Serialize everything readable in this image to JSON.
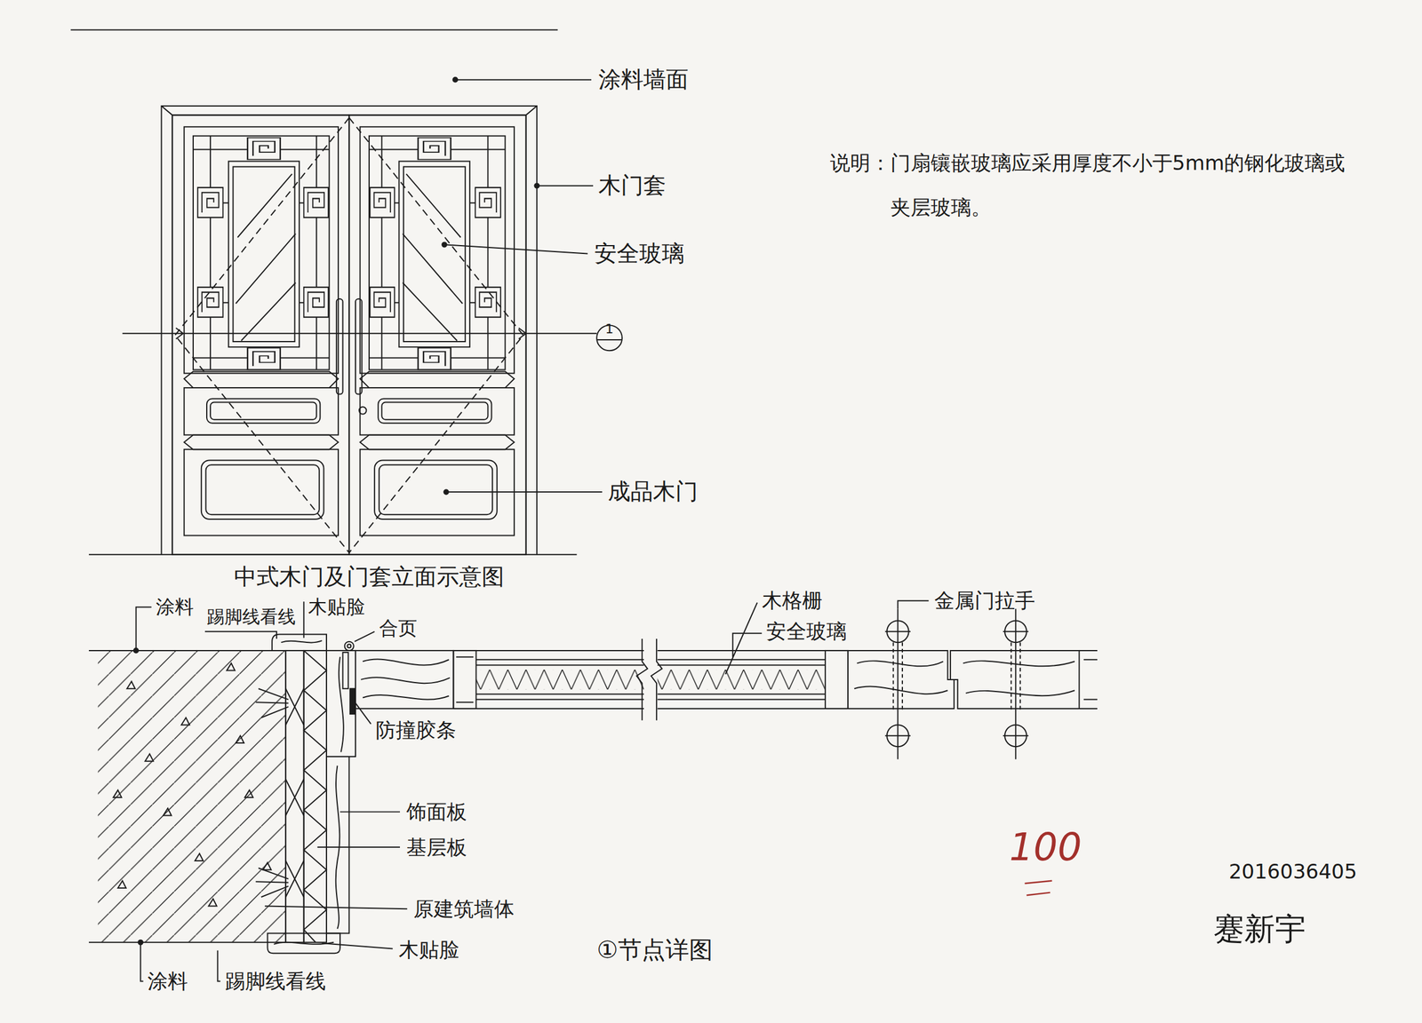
{
  "diagram": {
    "title": "中式木门及门套立面示意图",
    "labels": [
      "涂料墙面",
      "木门套",
      "安全玻璃",
      "成品木门",
      "说明：门扇镶嵌玻璃应采用厚度不小于5mm的钢化玻璃或夹层玻璃。",
      "1",
      "涂料",
      "踢脚线看线",
      "木贴脸",
      "合页",
      "防撞胶条",
      "饰面板",
      "基层板",
      "原建筑墙体",
      "木贴脸",
      "涂料",
      "踢脚线看线",
      "木格栅",
      "安全玻璃",
      "金属门拉手",
      "①节点详图",
      "100",
      "2016036405",
      "蹇新宇"
    ]
  }
}
